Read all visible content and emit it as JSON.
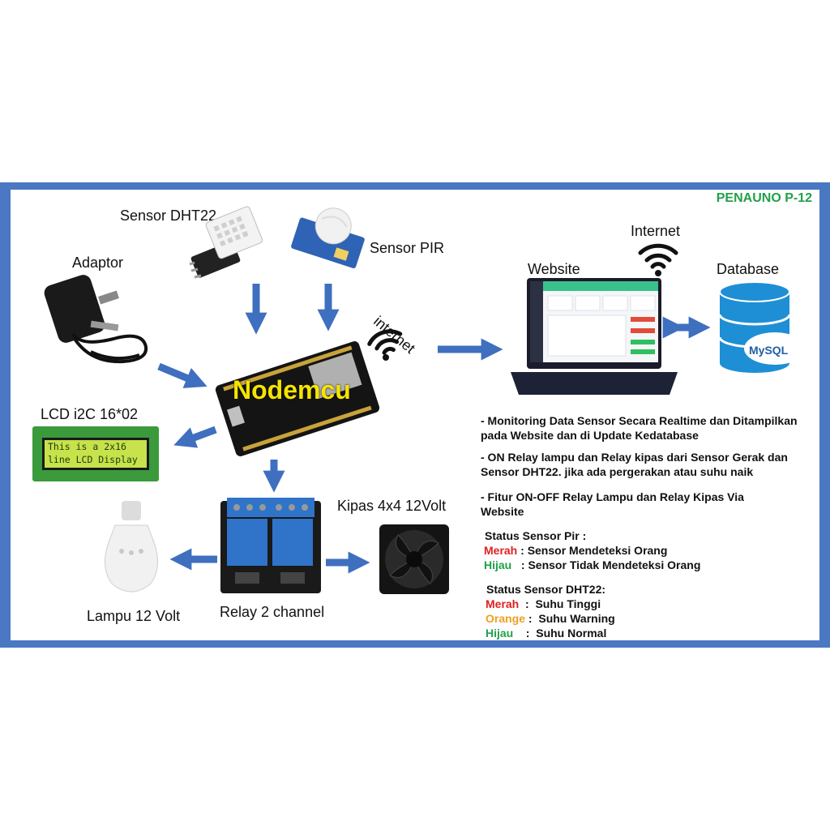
{
  "brand": "PENAUNO P-12",
  "components": {
    "dht22": "Sensor DHT22",
    "pir": "Sensor PIR",
    "adaptor": "Adaptor",
    "nodemcu": "Nodemcu",
    "internet_diag": "internet",
    "lcd": "LCD i2C 16*02",
    "lcd_line1": "This is a 2x16",
    "lcd_line2": "line LCD Display",
    "relay": "Relay 2 channel",
    "fan": "Kipas 4x4 12Volt",
    "lamp": "Lampu 12 Volt",
    "website": "Website",
    "internet": "Internet",
    "database": "Database",
    "mysql": "MySQL"
  },
  "features": [
    "- Monitoring Data Sensor Secara Realtime dan Ditampilkan pada Website dan di Update Kedatabase",
    "- ON Relay lampu dan Relay kipas dari Sensor Gerak dan Sensor DHT22. jika ada pergerakan atau suhu naik",
    "- Fitur ON-OFF Relay Lampu dan Relay Kipas Via Website"
  ],
  "pir_status": {
    "title": "Status Sensor Pir :",
    "rows": [
      {
        "key": "Merah",
        "sep": " : ",
        "text": "Sensor Mendeteksi Orang",
        "color": "#e02020"
      },
      {
        "key": "Hijau",
        "sep": "   : ",
        "text": "Sensor Tidak Mendeteksi Orang",
        "color": "#21a04a"
      }
    ]
  },
  "dht_status": {
    "title": "Status Sensor DHT22:",
    "rows": [
      {
        "key": "Merah",
        "sep": "  :  ",
        "text": "Suhu Tinggi",
        "color": "#e02020"
      },
      {
        "key": "Orange",
        "sep": " :  ",
        "text": "Suhu Warning",
        "color": "#f0a020"
      },
      {
        "key": "Hijau",
        "sep": "    :  ",
        "text": "Suhu Normal",
        "color": "#21a04a"
      }
    ]
  },
  "colors": {
    "frame": "#4a78c2",
    "arrow": "#3f6fbf",
    "nodemcu_text": "#f5e400"
  }
}
